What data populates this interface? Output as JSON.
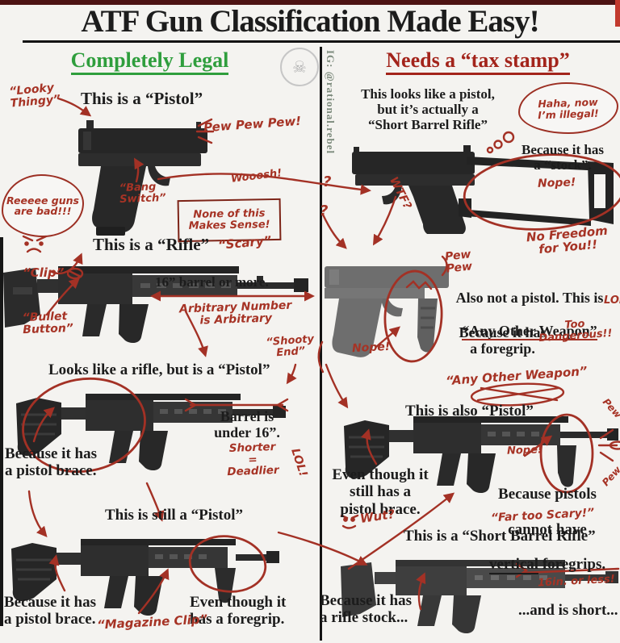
{
  "title": "ATF Gun Classification Made Easy!",
  "watermark": {
    "handle": "IG: @rational.rebel"
  },
  "headers": {
    "left": "Completely Legal",
    "right": "Needs a “tax stamp”",
    "left_color": "#2f9e3d",
    "right_color": "#a3241b",
    "ink_red": "#a33125"
  },
  "left_column": {
    "pistol": {
      "caption": "This is a “Pistol”",
      "looky": "“Looky\nThingy”",
      "pew": "Pew Pew Pew!",
      "reeeee": "Reeeee guns\nare bad!!!",
      "bang": "“Bang\nSwitch”",
      "clip": "“Clip”",
      "nonsense": "None of this\nMakes Sense!",
      "wooosh": "Wooosh!"
    },
    "rifle": {
      "caption": "This is a “Rifle”",
      "scary": "“Scary”",
      "barrel": "16” barrel or more.",
      "arbitrary": "Arbitrary Number\nis Arbitrary",
      "bullet_button": "“Bullet\nButton”",
      "shooty": "“Shooty\nEnd”"
    },
    "ar_pistol": {
      "caption": "Looks like a rifle, but is a “Pistol”",
      "barrel": "Barrel is\nunder 16”.",
      "shorter": "Shorter\n=\nDeadlier",
      "because": "Because it has\na pistol brace.",
      "lol": "LOL!"
    },
    "still_pistol": {
      "caption": "This is still a “Pistol”",
      "even_though": "Even though it\nhas a foregrip.",
      "because": "Because it has\na pistol brace.",
      "mag_clip": "“Magazine Clip”"
    }
  },
  "right_column": {
    "sbr_glock": {
      "caption": "This looks like a pistol,\nbut it’s actually a\n“Short Barrel Rifle”",
      "haha": "Haha, now\nI’m illegal!",
      "because": "Because it has\na “stock”.",
      "nope": "Nope!",
      "no_freedom": "No Freedom\nfor You!!",
      "q1": "?",
      "q2": "?",
      "wtf": "WTF?"
    },
    "aow_glock": {
      "pew": "Pew\nPew",
      "caption_1": "Also not a pistol. This is",
      "caption_2": "“Any Other Weapon”",
      "lol": "LOL",
      "because": "Because it has\na foregrip.",
      "dangerous": "Too\nDangerous!!",
      "nope": "Nope!"
    },
    "aow_pistol": {
      "aow": "“Any Other Weapon”",
      "caption_prefix": "This is also ",
      "caption_struck": "“Pistol”",
      "even_though": "Even though it\nstill has a\npistol brace.",
      "nope": "Nope!",
      "because_1": "Because pistols",
      "because_2": "cannot have",
      "because_3a": "vertical",
      "because_3b": " foregrips.",
      "pew_top": "Pew",
      "pew_bottom": "Pew"
    },
    "sbr": {
      "wut": "Wut?",
      "scary": "“Far too Scary!”",
      "caption": "This is a “Short Barrel Rifle”",
      "sixteen": "16in. or less!",
      "because": "Because it has\na rifle stock...",
      "short": "...and is short..."
    }
  }
}
